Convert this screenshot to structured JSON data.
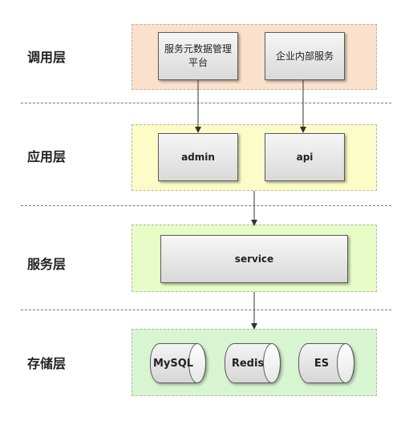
{
  "layers": {
    "call": "调用层",
    "app": "应用层",
    "service": "服务层",
    "storage": "存储层"
  },
  "nodes": {
    "metadata_platform": "服务元数据管理平台",
    "enterprise_service": "企业内部服务",
    "admin": "admin",
    "api": "api",
    "service": "service"
  },
  "storage": {
    "mysql": "MySQL",
    "redis": "Redis",
    "es": "ES"
  },
  "edges": [
    {
      "from": "服务元数据管理平台",
      "to": "admin"
    },
    {
      "from": "企业内部服务",
      "to": "api"
    },
    {
      "from": "应用层",
      "to": "service"
    },
    {
      "from": "service",
      "to": "存储层"
    }
  ],
  "colors": {
    "call_layer_bg": "#fbe0cc",
    "app_layer_bg": "#fcfcc8",
    "service_layer_bg": "#e8fcc8",
    "storage_layer_bg": "#d6f5d0"
  }
}
